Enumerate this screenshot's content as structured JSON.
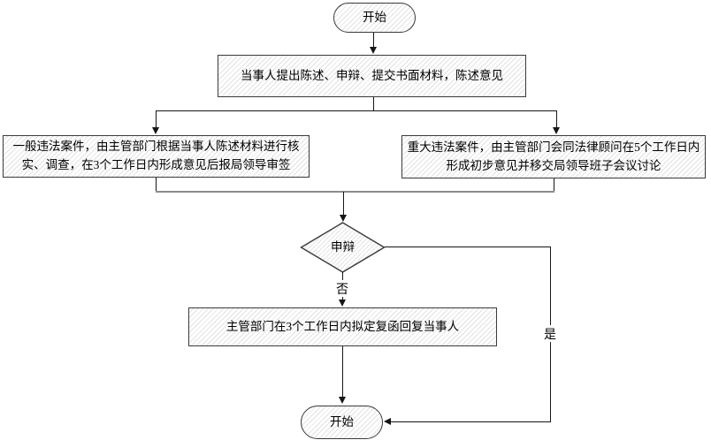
{
  "diagram": {
    "type": "flowchart",
    "nodes": {
      "start_top": {
        "shape": "terminator",
        "label": "开始"
      },
      "statement": {
        "shape": "process",
        "label": "当事人提出陈述、申辩、提交书面材料，陈述意见"
      },
      "general_case": {
        "shape": "process",
        "label": "一般违法案件，由主管部门根据当事人陈述材料进行核实、调查，在3个工作日内形成意见后报局领导审签"
      },
      "major_case": {
        "shape": "process",
        "label": "重大违法案件，由主管部门会同法律顾问在5个工作日内形成初步意见并移交局领导班子会议讨论"
      },
      "appeal_decision": {
        "shape": "decision",
        "label": "申辩"
      },
      "reply": {
        "shape": "process",
        "label": "主管部门在3个工作日内拟定复函回复当事人"
      },
      "end_bottom": {
        "shape": "terminator",
        "label": "开始"
      }
    },
    "edges": {
      "start_to_statement": {
        "from": "start_top",
        "to": "statement",
        "label": ""
      },
      "statement_to_general": {
        "from": "statement",
        "to": "general_case",
        "label": ""
      },
      "statement_to_major": {
        "from": "statement",
        "to": "major_case",
        "label": ""
      },
      "general_to_decision": {
        "from": "general_case",
        "to": "appeal_decision",
        "label": ""
      },
      "major_to_decision": {
        "from": "major_case",
        "to": "appeal_decision",
        "label": ""
      },
      "appeal_no": {
        "from": "appeal_decision",
        "to": "reply",
        "label": "否"
      },
      "appeal_yes": {
        "from": "appeal_decision",
        "to": "end_bottom",
        "label": "是"
      },
      "reply_to_end": {
        "from": "reply",
        "to": "end_bottom",
        "label": ""
      }
    },
    "colors": {
      "border": "#3a3a3a",
      "connector": "#161616",
      "merge_bar": "#8c8c8c",
      "hatch": "#e2e2e2",
      "background": "#ffffff",
      "text": "#000000"
    }
  }
}
